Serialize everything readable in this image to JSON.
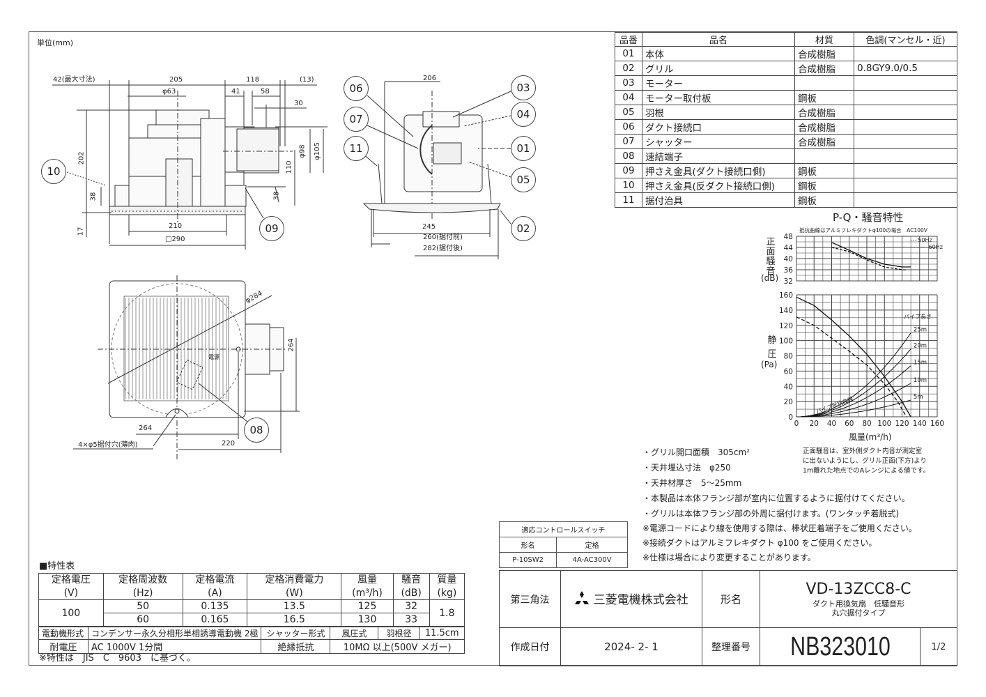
{
  "drawing": {
    "unit_label": "単位(mm)",
    "front_view": {
      "dims": {
        "max_dim": "42(最大寸法)",
        "w205": "205",
        "w118": "118",
        "w13": "(13)",
        "phi63": "φ63",
        "w41": "41",
        "w58": "58",
        "w30": "30",
        "h202": "202",
        "h38_left": "38",
        "h17": "17",
        "w210": "210",
        "sq290": "□290",
        "h110": "110",
        "h38_right": "38",
        "phi98": "φ98",
        "phi105": "φ105"
      },
      "callouts": [
        "10",
        "09"
      ]
    },
    "side_view": {
      "dims": {
        "w206": "206",
        "w245": "245",
        "w260": "260(据付前)",
        "w282": "282(据付後)"
      },
      "callouts": [
        "06",
        "07",
        "11",
        "03",
        "04",
        "01",
        "05",
        "02"
      ]
    },
    "bottom_view": {
      "dims": {
        "phi284": "φ284",
        "h264": "264",
        "w264": "264",
        "w220": "220",
        "holes": "4×φ5据付穴(薄肉)",
        "power": "電源"
      },
      "callouts": [
        "08"
      ]
    }
  },
  "parts_table": {
    "headers": [
      "品番",
      "品名",
      "材質",
      "色調(マンセル・近)"
    ],
    "rows": [
      {
        "no": "01",
        "name": "本体",
        "material": "合成樹脂",
        "color": ""
      },
      {
        "no": "02",
        "name": "グリル",
        "material": "合成樹脂",
        "color": "0.8GY9.0/0.5"
      },
      {
        "no": "03",
        "name": "モーター",
        "material": "",
        "color": ""
      },
      {
        "no": "04",
        "name": "モーター取付板",
        "material": "鋼板",
        "color": ""
      },
      {
        "no": "05",
        "name": "羽根",
        "material": "合成樹脂",
        "color": ""
      },
      {
        "no": "06",
        "name": "ダクト接続口",
        "material": "合成樹脂",
        "color": ""
      },
      {
        "no": "07",
        "name": "シャッター",
        "material": "合成樹脂",
        "color": ""
      },
      {
        "no": "08",
        "name": "速結端子",
        "material": "",
        "color": ""
      },
      {
        "no": "09",
        "name": "押さえ金具(ダクト接続口側)",
        "material": "鋼板",
        "color": ""
      },
      {
        "no": "10",
        "name": "押さえ金具(反ダクト接続口側)",
        "material": "鋼板",
        "color": ""
      },
      {
        "no": "11",
        "name": "据付治具",
        "material": "鋼板",
        "color": ""
      }
    ]
  },
  "chart_data": [
    {
      "type": "line",
      "title": "P-Q・騒音特性",
      "subtitle": "抵抗曲線はアルミフレキダクトφ100の場合　AC100V",
      "ylabel": "正面騒音(dB)",
      "xlabel": "風量(m³/h)",
      "ylim": [
        32,
        48
      ],
      "yticks": [
        32,
        36,
        40,
        44,
        48
      ],
      "xlim": [
        0,
        160
      ],
      "grid": true,
      "legend": [
        "50Hz",
        "60Hz"
      ],
      "legend_position": "upper right",
      "series": [
        {
          "name": "50Hz",
          "style": "dashed",
          "x": [
            40,
            60,
            80,
            100,
            120,
            125
          ],
          "y": [
            44,
            42.5,
            39.5,
            37,
            36,
            36
          ]
        },
        {
          "name": "60Hz",
          "style": "solid",
          "x": [
            40,
            60,
            80,
            100,
            120,
            130
          ],
          "y": [
            45.8,
            43,
            40,
            38,
            37,
            37
          ]
        }
      ]
    },
    {
      "type": "line",
      "ylabel": "静圧(Pa)",
      "xlabel": "風量(m³/h)",
      "xlim": [
        0,
        160
      ],
      "ylim": [
        0,
        160
      ],
      "xticks": [
        0,
        20,
        40,
        60,
        80,
        100,
        120,
        140,
        160
      ],
      "yticks": [
        0,
        20,
        40,
        60,
        80,
        100,
        120,
        140,
        160
      ],
      "grid": true,
      "annotations": [
        "パイプ長さ",
        "パイプ抵抗曲線"
      ],
      "series": [
        {
          "name": "60Hz P-Q",
          "style": "solid",
          "x": [
            0,
            20,
            40,
            60,
            80,
            100,
            120,
            130
          ],
          "y": [
            157,
            146,
            127,
            106,
            82,
            53,
            20,
            0
          ]
        },
        {
          "name": "50Hz P-Q",
          "style": "dashed",
          "x": [
            0,
            20,
            40,
            60,
            80,
            100,
            115,
            125
          ],
          "y": [
            131,
            120,
            103,
            86,
            68,
            43,
            20,
            0
          ]
        },
        {
          "name": "25m",
          "x": [
            0,
            40,
            80,
            130
          ],
          "y": [
            0,
            8,
            40,
            110
          ]
        },
        {
          "name": "20m",
          "x": [
            0,
            40,
            80,
            130
          ],
          "y": [
            0,
            6,
            33,
            89
          ]
        },
        {
          "name": "15m",
          "x": [
            0,
            40,
            80,
            130
          ],
          "y": [
            0,
            5,
            25,
            67
          ]
        },
        {
          "name": "10m",
          "x": [
            0,
            40,
            80,
            130
          ],
          "y": [
            0,
            3,
            17,
            44
          ]
        },
        {
          "name": "5m",
          "x": [
            0,
            40,
            80,
            130
          ],
          "y": [
            0,
            2,
            8,
            22
          ]
        }
      ]
    }
  ],
  "noise_chart_labels": {
    "title": "P-Q・騒音特性",
    "subtitle": "抵抗曲線はアルミフレキダクトφ100の場合　AC100V",
    "noise_ylabel": [
      "正",
      "面",
      "騒",
      "音"
    ],
    "noise_unit": "(dB)",
    "noise_yticks": [
      "48",
      "44",
      "40",
      "36",
      "32"
    ],
    "legend_50": "50Hz",
    "legend_60": "60Hz",
    "pq_ylabel": [
      "静",
      "圧"
    ],
    "pq_unit": "(Pa)",
    "pq_yticks": [
      "160",
      "140",
      "120",
      "100",
      "80",
      "60",
      "40",
      "20",
      "0"
    ],
    "xticks": [
      "0",
      "20",
      "40",
      "60",
      "80",
      "100",
      "120",
      "140",
      "160"
    ],
    "xlabel": "風量(m³/h)",
    "pipe_length": "パイプ長さ",
    "pipe_curve": "パイプ抵抗曲線",
    "pipe_labels": [
      "25m",
      "20m",
      "15m",
      "10m",
      "5m"
    ]
  },
  "notes": {
    "grille_area": "・グリル開口面積　305cm²",
    "ceiling_hole": "・天井埋込寸法　φ250",
    "ceiling_thickness": "・天井材厚さ　5～25mm",
    "install1": "・本製品は本体フランジ部が室内に位置するように据付けてください。",
    "install2": "・グリルは本体フランジ部の外周に据付けます。(ワンタッチ着脱式)",
    "power_cord": "※電源コードにより線を使用する際は、棒状圧着端子をご使用ください。",
    "duct": "※接続ダクトはアルミフレキダクト φ100 をご使用ください。",
    "spec_change": "※仕様は場合により変更することがあります。",
    "noise_note": [
      "正面騒音は、室外側ダクト内音が測定室",
      "に出ないようにし、グリル正面(下方)より",
      "1m離れた地点でのAレンジによる値です。"
    ]
  },
  "control_switch": {
    "title": "適応コントロールスイッチ",
    "headers": [
      "形名",
      "定格"
    ],
    "model": "P-10SW2",
    "rating": "4A-AC300V"
  },
  "spec_table": {
    "title": "■特性表",
    "headers": [
      {
        "name": "定格電圧",
        "unit": "(V)"
      },
      {
        "name": "定格周波数",
        "unit": "(Hz)"
      },
      {
        "name": "定格電流",
        "unit": "(A)"
      },
      {
        "name": "定格消費電力",
        "unit": "(W)"
      },
      {
        "name": "風量",
        "unit": "(m³/h)"
      },
      {
        "name": "騒音",
        "unit": "(dB)"
      },
      {
        "name": "質量",
        "unit": "(kg)"
      }
    ],
    "voltage": "100",
    "mass": "1.8",
    "rows": [
      {
        "hz": "50",
        "a": "0.135",
        "w": "13.5",
        "flow": "125",
        "db": "32"
      },
      {
        "hz": "60",
        "a": "0.165",
        "w": "16.5",
        "flow": "130",
        "db": "33"
      }
    ],
    "motor_label": "電動機形式",
    "motor_value": "コンデンサー永久分相形単相誘導電動機 2極",
    "shutter_label": "シャッター形式",
    "shutter_value": "風圧式",
    "blade_label": "羽根径",
    "blade_value": "11.5cm",
    "withstand_label": "耐電圧",
    "withstand_value": "AC 1000V 1分間",
    "insulation_label": "絶縁抵抗",
    "insulation_value": "10MΩ 以上(500V メガー)",
    "footnote": "※特性は　JIS　C　9603　に基づく。"
  },
  "title_block": {
    "projection": "第三角法",
    "company": "三菱電機株式会社",
    "model_label": "形名",
    "model": "VD-13ZCC8-C",
    "description1": "ダクト用換気扇　低騒音形",
    "description2": "丸穴据付タイプ",
    "date_label": "作成日付",
    "date": "2024- 2- 1",
    "ref_label": "整理番号",
    "ref_no": "NB323010",
    "page": "1/2"
  }
}
